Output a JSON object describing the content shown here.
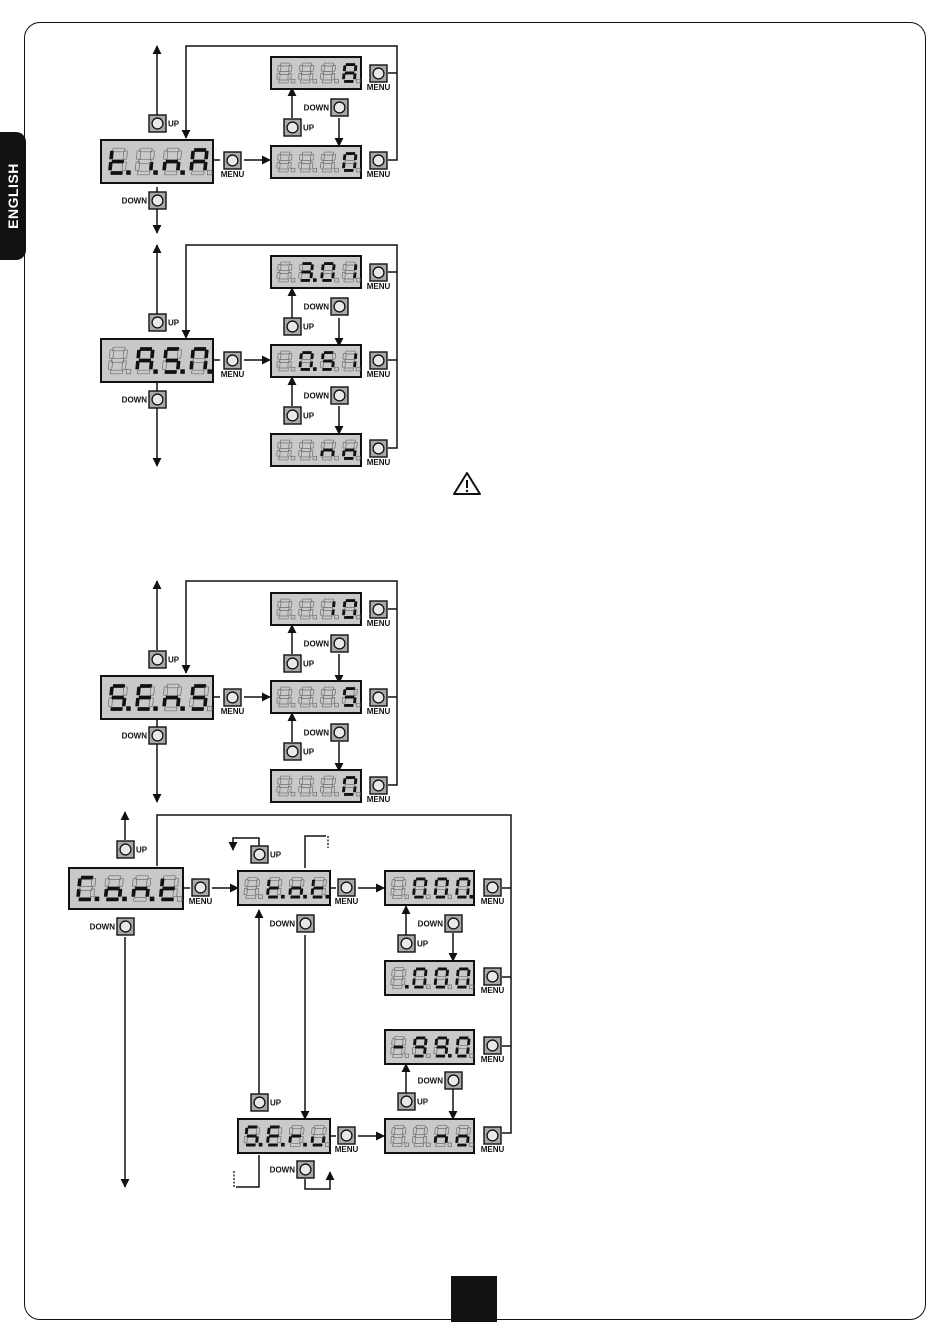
{
  "language_tab": "ENGLISH",
  "labels": {
    "up": "UP",
    "down": "DOWN",
    "menu": "MENU"
  },
  "icons": {
    "warning": "warning-triangle-icon"
  },
  "menus": [
    {
      "id": "tima",
      "main_display": "t.i.n.A",
      "values": [
        "8",
        "0"
      ]
    },
    {
      "id": "asm",
      "main_display": "A.S.M.",
      "values": [
        "3.01",
        "0.51",
        "no"
      ]
    },
    {
      "id": "sens",
      "main_display": "S.E.n.S",
      "values": [
        "10",
        "5",
        "0"
      ]
    },
    {
      "id": "cont",
      "main_display": "C.o.n.t",
      "sub_items": [
        "t.o.t.",
        "S.E.r.u"
      ],
      "tot_values": [
        "000.",
        ".000"
      ],
      "serv_values": [
        "-99.0",
        "no"
      ]
    }
  ]
}
